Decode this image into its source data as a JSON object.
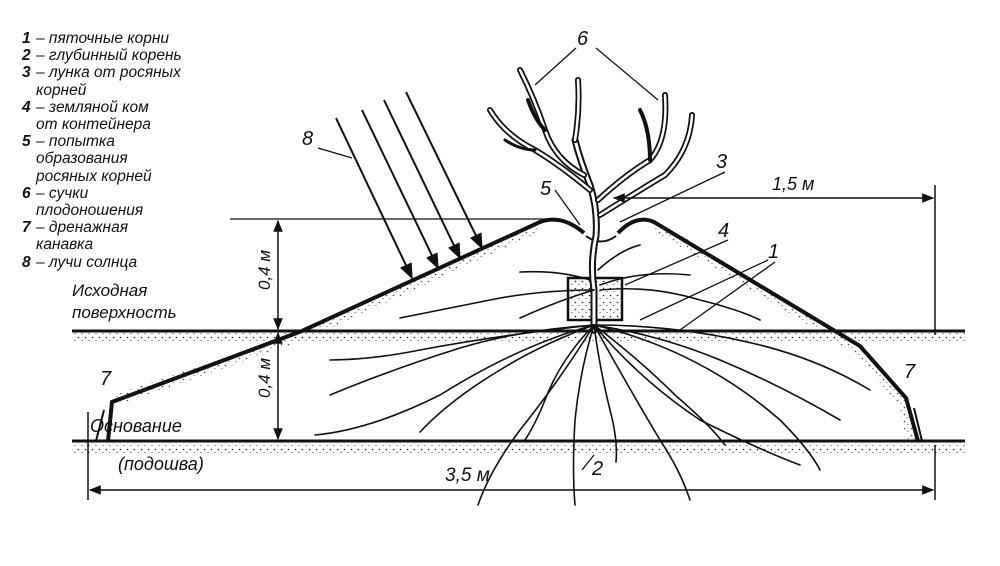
{
  "legend": {
    "items": [
      {
        "num": "1",
        "text": "– пяточные корни"
      },
      {
        "num": "2",
        "text": "– глубинный корень"
      },
      {
        "num": "3",
        "text": "– лунка от росяных\nкорней"
      },
      {
        "num": "4",
        "text": "– земляной ком\nот контейнера"
      },
      {
        "num": "5",
        "text": "– попытка\nобразования\nросяных корней"
      },
      {
        "num": "6",
        "text": "– сучки\nплодоношения"
      },
      {
        "num": "7",
        "text": "– дренажная\nканавка"
      },
      {
        "num": "8",
        "text": "– лучи солнца"
      }
    ]
  },
  "labels": {
    "surface": "Исходная\nповерхность",
    "base": "Основание",
    "sole": "(подошва)"
  },
  "dimensions": {
    "width_total": "3,5 м",
    "width_half": "1,5 м",
    "height_upper": "0,4 м",
    "height_lower": "0,4 м"
  },
  "callouts": {
    "n1": "1",
    "n2": "2",
    "n3": "3",
    "n4": "4",
    "n5": "5",
    "n6": "6",
    "n7_left": "7",
    "n7_right": "7",
    "n8": "8"
  },
  "colors": {
    "ink": "#111111",
    "background": "#ffffff"
  }
}
